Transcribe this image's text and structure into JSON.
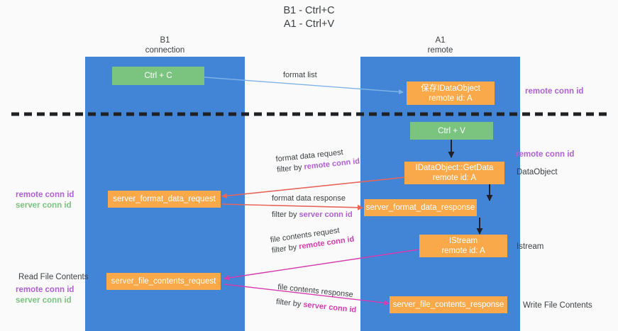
{
  "title": {
    "line1": "B1 - Ctrl+C",
    "line2": "A1 - Ctrl+V"
  },
  "lanes": [
    {
      "id": "b1",
      "name": "B1",
      "role": "connection",
      "color": "#4285d6"
    },
    {
      "id": "a1",
      "name": "A1",
      "role": "remote",
      "color": "#4285d6"
    }
  ],
  "boxes": {
    "ctrl_c": {
      "label": "Ctrl + C",
      "color": "#7ac47f"
    },
    "save_idataobject": {
      "line1": "保存IDataObject",
      "line2": "remote id: A",
      "color": "#f9a94a"
    },
    "ctrl_v": {
      "label": "Ctrl + V",
      "color": "#7ac47f"
    },
    "getdata": {
      "line1": "IDataObject::GetData",
      "line2": "remote id: A",
      "color": "#f9a94a"
    },
    "server_format_data_request": {
      "label": "server_format_data_request",
      "color": "#f9a94a"
    },
    "server_format_data_response": {
      "label": "server_format_data_response",
      "color": "#f9a94a"
    },
    "istream": {
      "line1": "IStream",
      "line2": "remote id: A",
      "color": "#f9a94a"
    },
    "server_file_contents_request": {
      "label": "server_file_contents_request",
      "color": "#f9a94a"
    },
    "server_file_contents_response": {
      "label": "server_file_contents_response",
      "color": "#f9a94a"
    }
  },
  "edge_labels": {
    "format_list": "format list",
    "format_data_request": "format data request",
    "format_data_request_filter_prefix": "filter by ",
    "format_data_request_filter_key": "remote conn id",
    "format_data_response": "format data response",
    "format_data_response_filter_prefix": "filter by ",
    "format_data_response_filter_key": "server conn id",
    "file_contents_request": "file contents request",
    "file_contents_request_filter_prefix": "filter by ",
    "file_contents_request_filter_key": "remote conn id",
    "file_contents_response": "file contents response",
    "file_contents_response_filter_prefix": "filter by ",
    "file_contents_response_filter_key": "server conn id"
  },
  "side_labels": {
    "right_remote_conn_id_top": "remote conn id",
    "right_remote_conn_id_mid": "remote conn id",
    "right_dataobject": "DataObject",
    "right_istream": "Istream",
    "right_write_file_contents": "Write File Contents",
    "left_remote_conn_id_1": "remote conn id",
    "left_server_conn_id_1": "server conn id",
    "left_read_file_contents": "Read File Contents",
    "left_remote_conn_id_2": "remote conn id",
    "left_server_conn_id_2": "server conn id"
  },
  "colors": {
    "lane": "#4285d6",
    "green_box": "#7ac47f",
    "orange_box": "#f9a94a",
    "purple_text": "#b05fd4",
    "magenta_text": "#d63bb0",
    "green_text": "#7ac47f",
    "arrow_light_blue": "#7fb3e8",
    "arrow_red": "#e8655c",
    "arrow_magenta": "#d63bb0",
    "arrow_black": "#202124",
    "divider": "#202124",
    "background": "#fafafa"
  }
}
